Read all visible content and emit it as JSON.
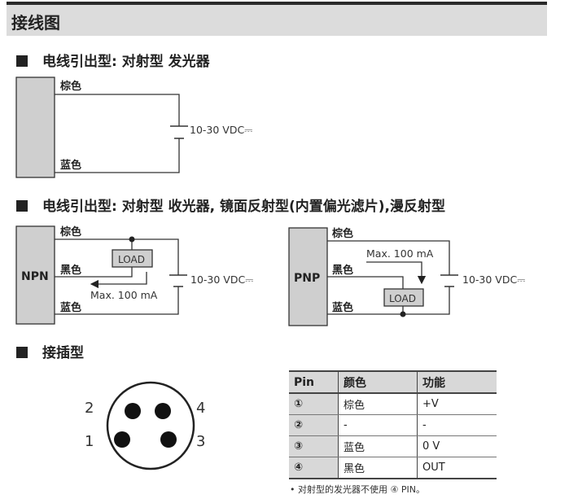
{
  "title": "接线图",
  "sections": [
    {
      "heading": "电线引出型: 对射型 发光器"
    },
    {
      "heading": "电线引出型: 对射型 收光器, 镜面反射型(内置偏光滤片),漫反射型"
    },
    {
      "heading": "接插型"
    }
  ],
  "diagram_emitter": {
    "brown": "棕色",
    "blue": "蓝色",
    "supply": "10-30 VDC⎓"
  },
  "diagram_npn": {
    "type": "NPN",
    "brown": "棕色",
    "black": "黑色",
    "blue": "蓝色",
    "load": "LOAD",
    "max_current": "Max. 100 mA",
    "supply": "10-30 VDC⎓"
  },
  "diagram_pnp": {
    "type": "PNP",
    "brown": "棕色",
    "black": "黑色",
    "blue": "蓝色",
    "load": "LOAD",
    "max_current": "Max. 100 mA",
    "supply": "10-30 VDC⎓"
  },
  "connector": {
    "pins": [
      "1",
      "2",
      "3",
      "4"
    ]
  },
  "pin_table": {
    "headers": [
      "Pin",
      "颜色",
      "功能"
    ],
    "rows": [
      [
        "①",
        "棕色",
        "+V"
      ],
      [
        "②",
        "-",
        "-"
      ],
      [
        "③",
        "蓝色",
        "0 V"
      ],
      [
        "④",
        "黑色",
        "OUT"
      ]
    ],
    "note": "• 对射型的发光器不使用 ④ PIN。"
  }
}
